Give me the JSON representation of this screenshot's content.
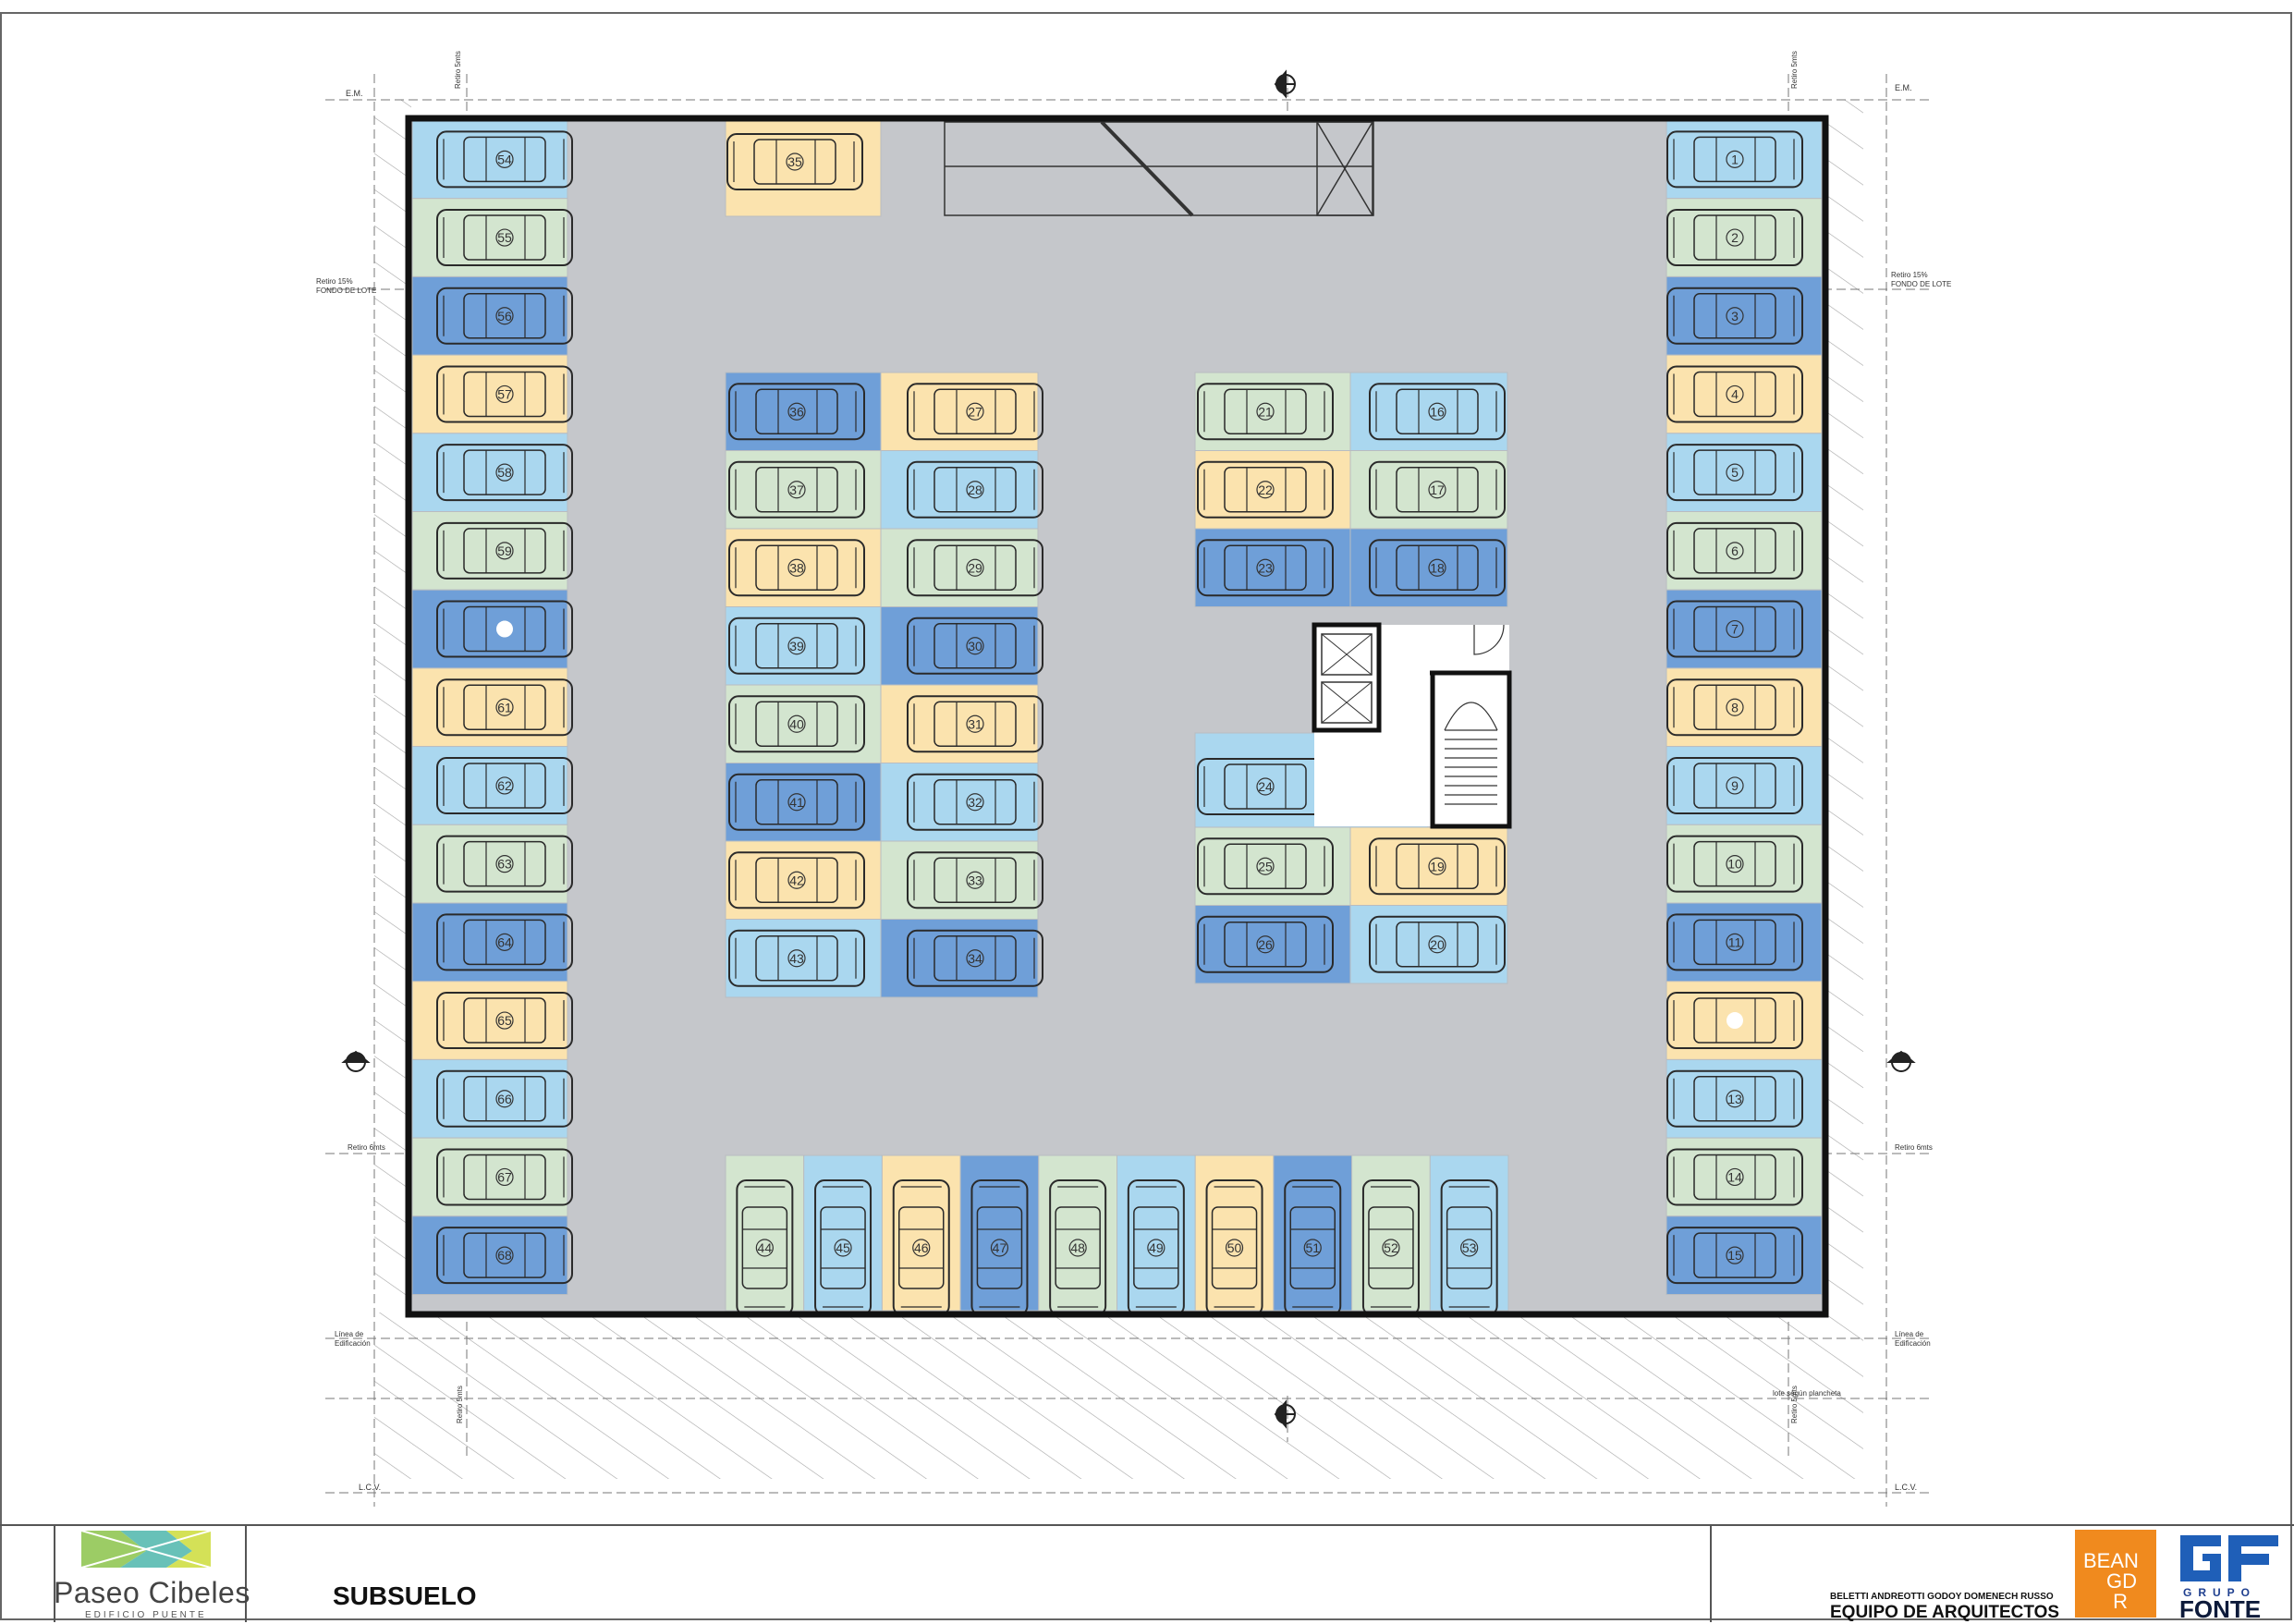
{
  "project": {
    "name": "Paseo Cibeles",
    "subtitle": "EDIFICIO PUENTE",
    "plan_title": "SUBSUELO",
    "architects_names": "BELETTI ANDREOTTI GODOY DOMENECH RUSSO",
    "architects_team": "EQUIPO DE ARQUITECTOS",
    "bean_lines": [
      "BEAN",
      "GD",
      "R"
    ],
    "gf_grupo": "GRUPO",
    "gf_fonte": "FONTE"
  },
  "annotations": {
    "em": "E.M.",
    "retiro_5": "Retiro 5mts",
    "retiro_15": "Retiro 15%",
    "fondo_lote": "FONDO DE LOTE",
    "retiro_6": "Retiro 6mts",
    "linea_edificacion_1": "Línea de",
    "linea_edificacion_2": "Edificación",
    "lote_plancheta": "lote según plancheta",
    "lcv": "L.C.V."
  },
  "colors": {
    "light_blue": "#aad7ef",
    "green": "#d3e5cf",
    "blue": "#6f9fd8",
    "yellow": "#fbe3ae",
    "floor": "#c5c7cb",
    "wall": "#111111",
    "hatch": "#9a9a9a"
  },
  "spaces": {
    "left_column": [
      {
        "n": "54",
        "c": "light_blue"
      },
      {
        "n": "55",
        "c": "green"
      },
      {
        "n": "56",
        "c": "blue"
      },
      {
        "n": "57",
        "c": "yellow"
      },
      {
        "n": "58",
        "c": "light_blue"
      },
      {
        "n": "59",
        "c": "green"
      },
      {
        "n": "",
        "c": "blue"
      },
      {
        "n": "61",
        "c": "yellow"
      },
      {
        "n": "62",
        "c": "light_blue"
      },
      {
        "n": "63",
        "c": "green"
      },
      {
        "n": "64",
        "c": "blue"
      },
      {
        "n": "65",
        "c": "yellow"
      },
      {
        "n": "66",
        "c": "light_blue"
      },
      {
        "n": "67",
        "c": "green"
      },
      {
        "n": "68",
        "c": "blue"
      }
    ],
    "right_column": [
      {
        "n": "1",
        "c": "light_blue"
      },
      {
        "n": "2",
        "c": "green"
      },
      {
        "n": "3",
        "c": "blue"
      },
      {
        "n": "4",
        "c": "yellow"
      },
      {
        "n": "5",
        "c": "light_blue"
      },
      {
        "n": "6",
        "c": "green"
      },
      {
        "n": "7",
        "c": "blue"
      },
      {
        "n": "8",
        "c": "yellow"
      },
      {
        "n": "9",
        "c": "light_blue"
      },
      {
        "n": "10",
        "c": "green"
      },
      {
        "n": "11",
        "c": "blue"
      },
      {
        "n": "",
        "c": "yellow"
      },
      {
        "n": "13",
        "c": "light_blue"
      },
      {
        "n": "14",
        "c": "green"
      },
      {
        "n": "15",
        "c": "blue"
      }
    ],
    "top_single": {
      "n": "35",
      "c": "yellow"
    },
    "center_left_a": [
      {
        "n": "36",
        "c": "blue"
      },
      {
        "n": "37",
        "c": "green"
      },
      {
        "n": "38",
        "c": "yellow"
      },
      {
        "n": "39",
        "c": "light_blue"
      },
      {
        "n": "40",
        "c": "green"
      },
      {
        "n": "41",
        "c": "blue"
      },
      {
        "n": "42",
        "c": "yellow"
      },
      {
        "n": "43",
        "c": "light_blue"
      }
    ],
    "center_left_b": [
      {
        "n": "27",
        "c": "yellow"
      },
      {
        "n": "28",
        "c": "light_blue"
      },
      {
        "n": "29",
        "c": "green"
      },
      {
        "n": "30",
        "c": "blue"
      },
      {
        "n": "31",
        "c": "yellow"
      },
      {
        "n": "32",
        "c": "light_blue"
      },
      {
        "n": "33",
        "c": "green"
      },
      {
        "n": "34",
        "c": "blue"
      }
    ],
    "center_right_a_top": [
      {
        "n": "21",
        "c": "green"
      },
      {
        "n": "22",
        "c": "yellow"
      },
      {
        "n": "23",
        "c": "blue"
      }
    ],
    "center_right_b_top": [
      {
        "n": "16",
        "c": "light_blue"
      },
      {
        "n": "17",
        "c": "green"
      },
      {
        "n": "18",
        "c": "blue"
      }
    ],
    "space_24": {
      "n": "24",
      "c": "light_blue"
    },
    "center_right_a_bottom": [
      {
        "n": "25",
        "c": "green"
      },
      {
        "n": "26",
        "c": "blue"
      }
    ],
    "center_right_b_bottom": [
      {
        "n": "19",
        "c": "yellow"
      },
      {
        "n": "20",
        "c": "light_blue"
      }
    ],
    "bottom_row": [
      {
        "n": "44",
        "c": "green"
      },
      {
        "n": "45",
        "c": "light_blue"
      },
      {
        "n": "46",
        "c": "yellow"
      },
      {
        "n": "47",
        "c": "blue"
      },
      {
        "n": "48",
        "c": "green"
      },
      {
        "n": "49",
        "c": "light_blue"
      },
      {
        "n": "50",
        "c": "yellow"
      },
      {
        "n": "51",
        "c": "blue"
      },
      {
        "n": "52",
        "c": "green"
      },
      {
        "n": "53",
        "c": "light_blue"
      }
    ]
  }
}
